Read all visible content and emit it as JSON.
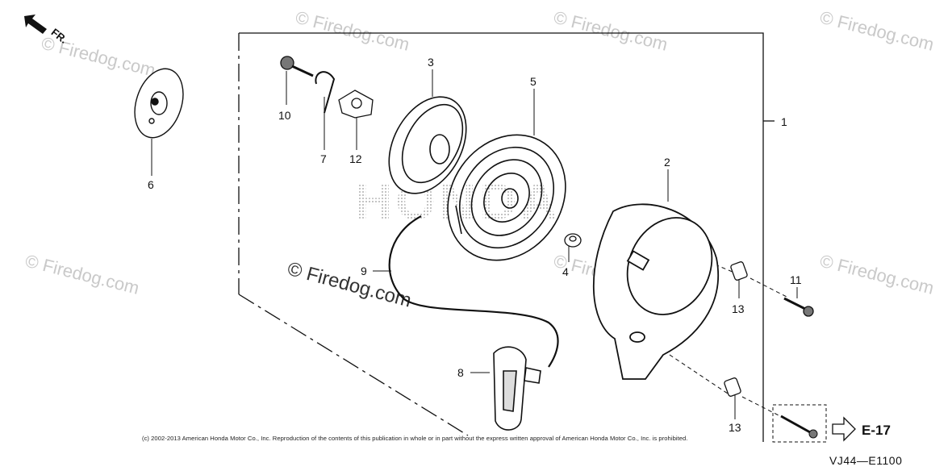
{
  "orientation_label": "FR.",
  "watermark_text": "© Firedog.com",
  "brand_watermark": "HONDA",
  "part_labels": {
    "p1": "1",
    "p2": "2",
    "p3": "3",
    "p4": "4",
    "p5": "5",
    "p6": "6",
    "p7": "7",
    "p8": "8",
    "p9": "9",
    "p10": "10",
    "p11": "11",
    "p12": "12",
    "p13a": "13",
    "p13b": "13"
  },
  "reference_label": "E-17",
  "diagram_code": "VJ44—E1100",
  "copyright": "(c) 2002-2013 American Honda Motor Co., Inc. Reproduction of the contents of this publication in whole or in part without the express written approval of American Honda Motor Co., Inc. is prohibited.",
  "colors": {
    "line": "#111111",
    "watermark": "#c9c9c9",
    "honda_dots": "#b0b0b0"
  }
}
